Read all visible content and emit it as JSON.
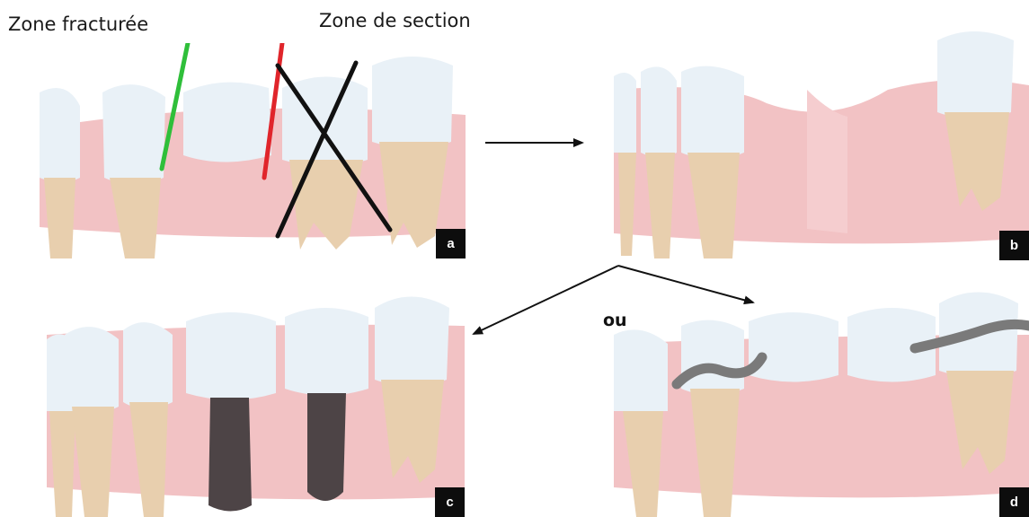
{
  "labels": {
    "fracture_zone": "Zone fracturée",
    "section_zone": "Zone de section",
    "or_word": "ou"
  },
  "panels": {
    "a": {
      "badge": "a"
    },
    "b": {
      "badge": "b"
    },
    "c": {
      "badge": "c"
    },
    "d": {
      "badge": "d"
    }
  },
  "colors": {
    "gum": "#f2c2c4",
    "enamel": "#e9f1f7",
    "root": "#e8cfae",
    "implant": "#4d4446",
    "bridge_clasp": "#7a7a7a",
    "fracture_line": "#2fbf3a",
    "section_line": "#e0252b",
    "cross_mark": "#111111"
  }
}
